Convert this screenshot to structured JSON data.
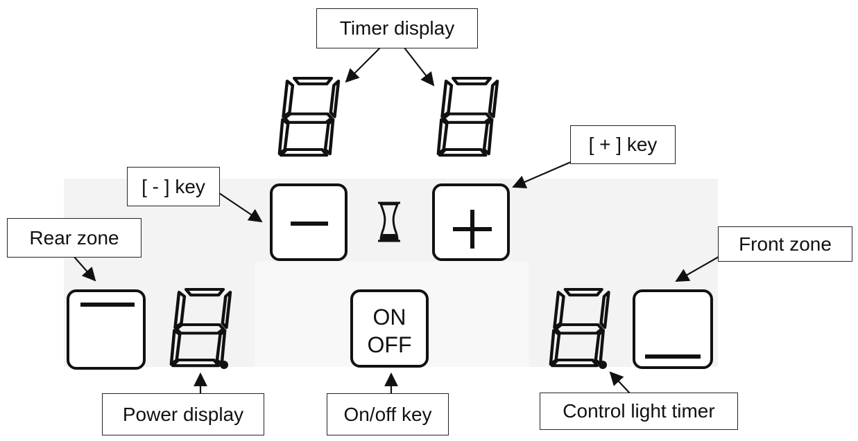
{
  "callouts": {
    "timer_display": "Timer display",
    "plus_key": "[ + ] key",
    "minus_key": "[ - ] key",
    "rear_zone": "Rear zone",
    "front_zone": "Front zone",
    "power_display": "Power display",
    "onoff_key": "On/off key",
    "control_light_timer": "Control light timer"
  },
  "keys": {
    "onoff_line1": "ON",
    "onoff_line2": "OFF"
  },
  "colors": {
    "ink": "#111111",
    "panel": "#f3f3f3",
    "background": "#ffffff"
  },
  "icons": {
    "minus": "minus-icon",
    "plus": "plus-icon",
    "timer": "hourglass-icon",
    "rear_zone": "zone-bar-top-icon",
    "front_zone": "zone-bar-bottom-icon"
  }
}
